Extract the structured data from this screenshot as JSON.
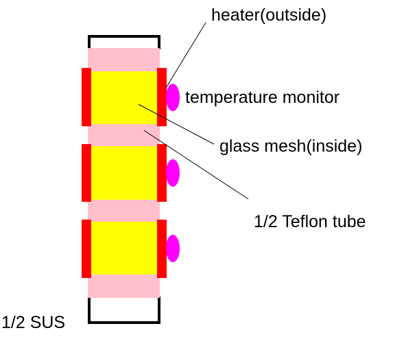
{
  "labels": {
    "heater": "heater(outside)",
    "temperature_monitor": "temperature monitor",
    "glass_mesh": "glass mesh(inside)",
    "teflon_tube": "1/2 Teflon tube",
    "sus": "1/2 SUS"
  },
  "colors": {
    "heater": "#ff0000",
    "glass_mesh": "#ffff00",
    "teflon": "#ffc0cb",
    "monitor": "#ff00ff",
    "outline": "#000000",
    "background": "#ffffff"
  },
  "counts": {
    "stages": 3
  }
}
